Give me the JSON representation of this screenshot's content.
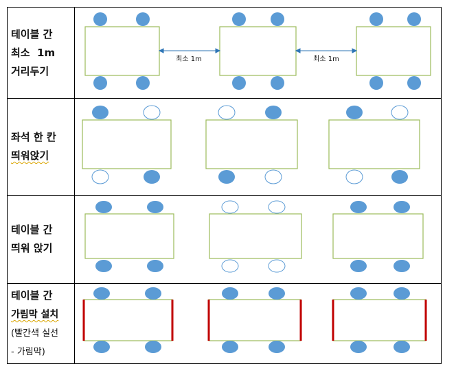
{
  "rows": [
    {
      "label_lines": [
        "테이블 간",
        "최소  1m",
        "거리두기"
      ],
      "gap_label": "최소 1m"
    },
    {
      "label_lines": [
        "좌석 한 칸",
        "띄워앉기"
      ]
    },
    {
      "label_lines": [
        "테이블 간",
        "띄워 앉기"
      ]
    },
    {
      "label_lines": [
        "테이블 간",
        "가림막 설치",
        "(빨간색 실선",
        "- 가림막)"
      ]
    }
  ],
  "colors": {
    "seat_filled": "#5b9bd5",
    "seat_outline": "#5b9bd5",
    "table_border": "#9bbb59",
    "partition": "#c00000",
    "arrow": "#2e75b6",
    "grid": "#000000"
  }
}
